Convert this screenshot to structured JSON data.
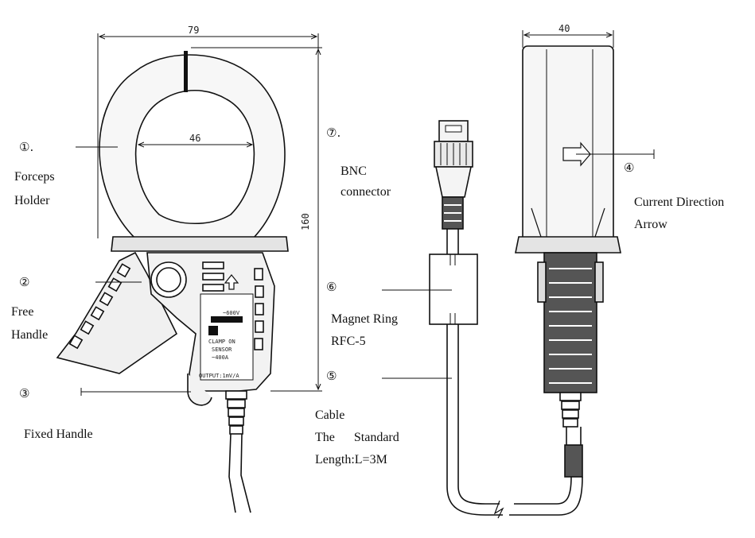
{
  "dimensions": {
    "width_left": "79",
    "inner_diameter": "46",
    "height": "160",
    "width_right": "40"
  },
  "callouts": [
    {
      "id": "1",
      "marker": "①.",
      "label_lines": [
        "Forceps",
        "Holder"
      ]
    },
    {
      "id": "2",
      "marker": "②",
      "label_lines": [
        "Free",
        "Handle"
      ]
    },
    {
      "id": "3",
      "marker": "③",
      "label_lines": [
        "Fixed Handle"
      ]
    },
    {
      "id": "4",
      "marker": "④",
      "label_lines": [
        "Current Direction",
        "Arrow"
      ]
    },
    {
      "id": "5",
      "marker": "⑤",
      "label_lines": [
        "Cable",
        "The      Standard",
        "Length:L=3M"
      ]
    },
    {
      "id": "6",
      "marker": "⑥",
      "label_lines": [
        "Magnet Ring",
        "RFC-5"
      ]
    },
    {
      "id": "7",
      "marker": "⑦.",
      "label_lines": [
        "BNC",
        "connector"
      ]
    }
  ],
  "handle_print": {
    "line1": "~600V",
    "line2": "CLAMP ON",
    "line3": "SENSOR",
    "line4": "~400A",
    "line5": "OUTPUT:1mV/A"
  },
  "colors": {
    "stroke": "#111111",
    "fill_light": "#f4f4f4",
    "fill_gray": "#cfcfcf",
    "fill_dark": "#555555"
  }
}
